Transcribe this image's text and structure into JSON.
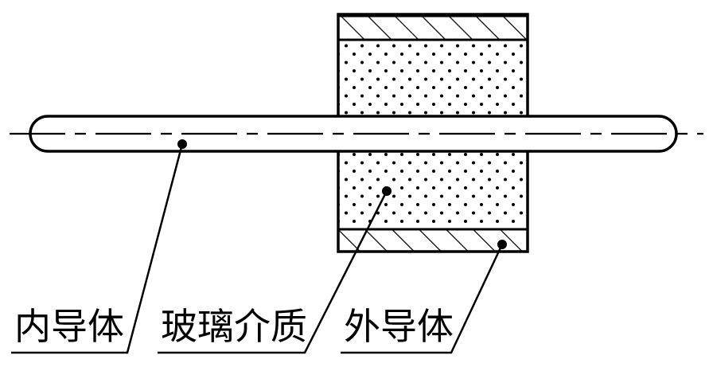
{
  "labels": {
    "inner_conductor": "内导体",
    "glass_dielectric": "玻璃介质",
    "outer_conductor": "外导体"
  },
  "colors": {
    "line": "#000000",
    "background": "#ffffff"
  }
}
